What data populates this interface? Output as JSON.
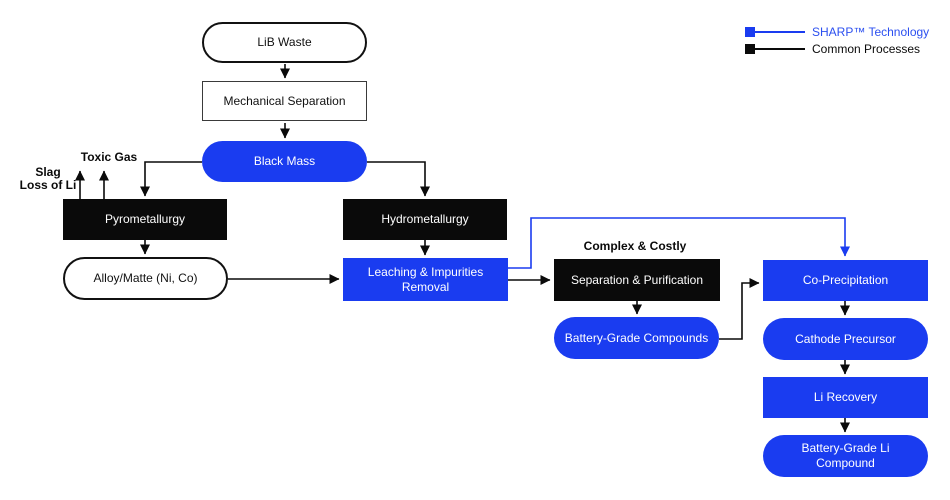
{
  "colors": {
    "sharp_blue": "#1A3CF0",
    "legend_blue_text": "#2B4FF0",
    "process_black": "#0a0a0a"
  },
  "legend": {
    "sharp_label": "SHARP™ Technology",
    "common_label": "Common Processes"
  },
  "annotations": {
    "toxic_gas": "Toxic Gas",
    "slag_line1": "Slag",
    "slag_line2": "Loss of Li",
    "complex_costly": "Complex & Costly"
  },
  "nodes": {
    "lib_waste": "LiB Waste",
    "mechanical_separation": "Mechanical Separation",
    "black_mass": "Black Mass",
    "pyrometallurgy": "Pyrometallurgy",
    "hydrometallurgy": "Hydrometallurgy",
    "alloy_matte": "Alloy/Matte (Ni, Co)",
    "leaching": "Leaching & Impurities Removal",
    "separation_purification": "Separation & Purification",
    "battery_grade_compounds": "Battery-Grade Compounds",
    "co_precipitation": "Co-Precipitation",
    "cathode_precursor": "Cathode Precursor",
    "li_recovery": "Li Recovery",
    "battery_grade_li_compound": "Battery-Grade Li Compound"
  }
}
